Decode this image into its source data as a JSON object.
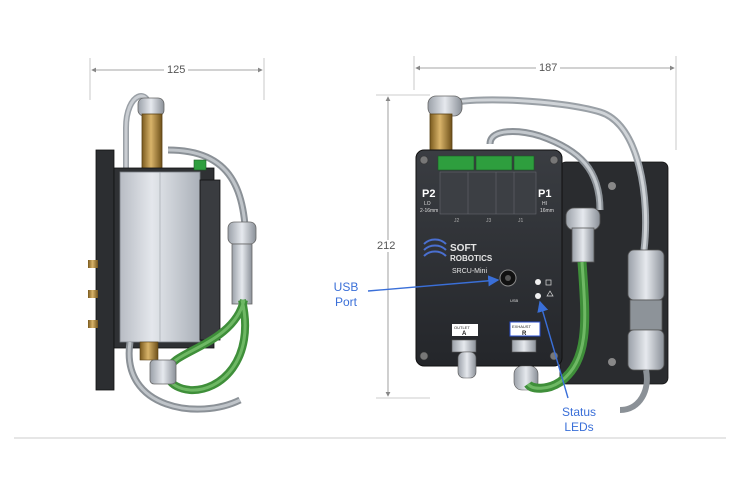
{
  "dimensions": {
    "side_width": "125",
    "front_width": "187",
    "height": "212"
  },
  "callouts": {
    "usb_port": [
      "USB",
      "Port"
    ],
    "status_leds": [
      "Status",
      "LEDs"
    ]
  },
  "panel": {
    "p2_label": "P2",
    "p2_sub": "LO",
    "p2_spec": "2-16mm",
    "p1_label": "P1",
    "p1_sub": "HI",
    "p1_spec": "16mm",
    "brand_line1": "SOFT",
    "brand_line2": "ROBOTICS",
    "model": "SRCU-Mini",
    "usb_text": "USB",
    "outlet_label": "OUTLET",
    "outlet_letter": "A",
    "exhaust_label": "EXHAUST",
    "exhaust_letter": "R",
    "j_labels": [
      "J2",
      "J3",
      "J1"
    ]
  },
  "colors": {
    "callout_blue": "#3a6fd8",
    "panel_dark": "#2b2d30",
    "tube_green": "#3f8f3a",
    "fitting_gold": "#b08a3a"
  }
}
